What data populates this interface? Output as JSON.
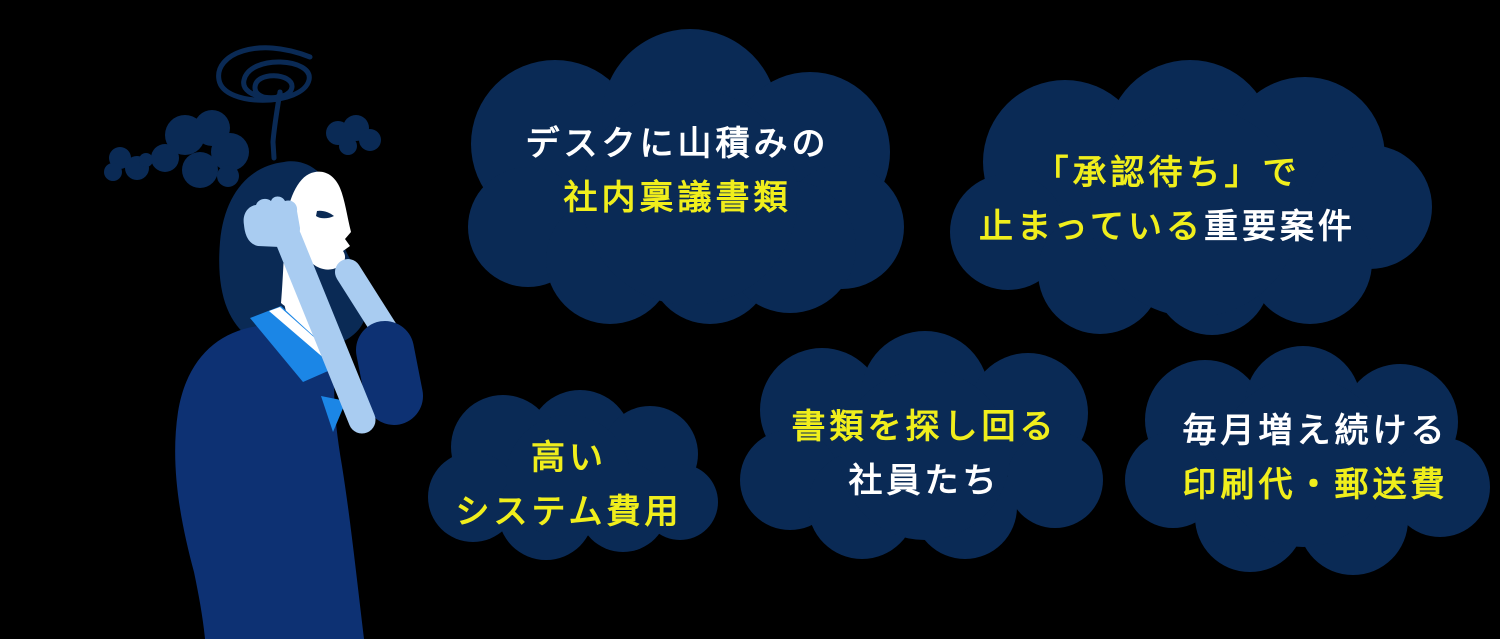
{
  "colors": {
    "background": "#000000",
    "cloud_navy": "#0a2a55",
    "suit_blue": "#0d3173",
    "arm_light_blue": "#a9ccf1",
    "shirt_bright_blue": "#1b86e6",
    "text_white": "#ffffff",
    "text_yellow": "#f0ee1c"
  },
  "illustration": {
    "alt": "頭を抱えて悩むビジネスウーマンのイラスト（頭上にぐるぐるの渦巻きと小さな雲）"
  },
  "clouds": [
    {
      "name": "desk-documents",
      "lines": [
        {
          "segments": [
            {
              "text": "デスクに山積みの",
              "color": "white"
            }
          ]
        },
        {
          "segments": [
            {
              "text": "社内稟議書類",
              "color": "yellow"
            }
          ]
        }
      ]
    },
    {
      "name": "pending-approval",
      "lines": [
        {
          "segments": [
            {
              "text": "「承認待ち」で",
              "color": "yellow"
            }
          ]
        },
        {
          "segments": [
            {
              "text": "止まっている",
              "color": "yellow"
            },
            {
              "text": "重要案件",
              "color": "white"
            }
          ]
        }
      ]
    },
    {
      "name": "system-cost",
      "lines": [
        {
          "segments": [
            {
              "text": "高い",
              "color": "yellow"
            }
          ]
        },
        {
          "segments": [
            {
              "text": "システム費用",
              "color": "yellow"
            }
          ]
        }
      ]
    },
    {
      "name": "searching-employees",
      "lines": [
        {
          "segments": [
            {
              "text": "書類を探し回る",
              "color": "yellow"
            }
          ]
        },
        {
          "segments": [
            {
              "text": "社員たち",
              "color": "white"
            }
          ]
        }
      ]
    },
    {
      "name": "printing-postage",
      "lines": [
        {
          "segments": [
            {
              "text": "毎月増え続ける",
              "color": "white"
            }
          ]
        },
        {
          "segments": [
            {
              "text": "印刷代・郵送費",
              "color": "yellow"
            }
          ]
        }
      ]
    }
  ]
}
